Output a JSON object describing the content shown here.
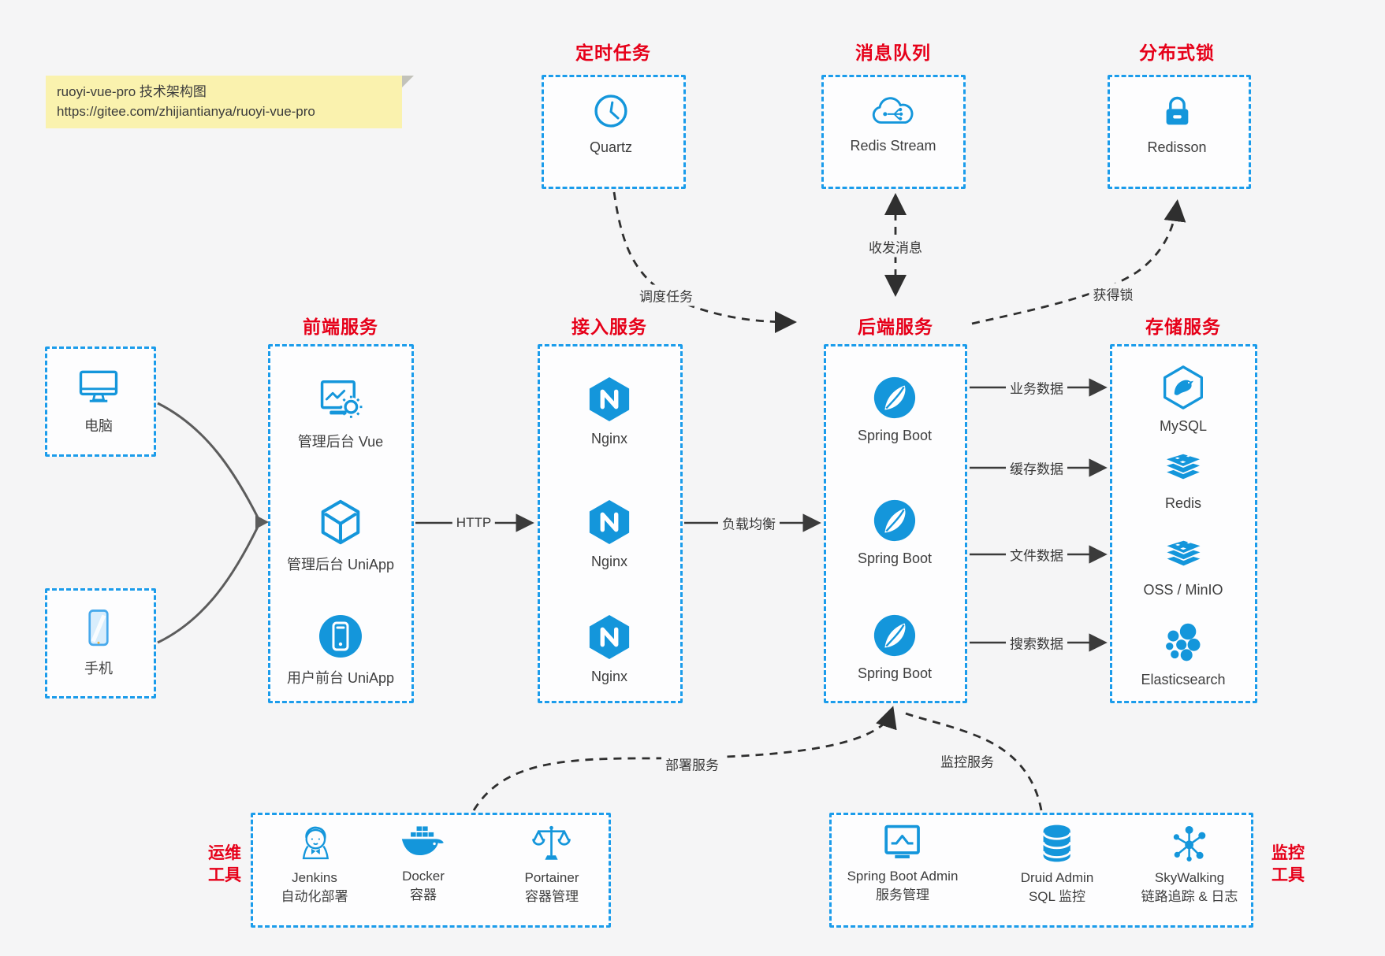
{
  "note": {
    "line1": "ruoyi-vue-pro 技术架构图",
    "line2": "https://gitee.com/zhijiantianya/ruoyi-vue-pro"
  },
  "top_services": [
    {
      "title": "定时任务",
      "item": "Quartz",
      "icon": "clock-icon"
    },
    {
      "title": "消息队列",
      "item": "Redis Stream",
      "icon": "cloud-stream-icon"
    },
    {
      "title": "分布式锁",
      "item": "Redisson",
      "icon": "lock-icon"
    }
  ],
  "clients": [
    {
      "label": "电脑",
      "icon": "desktop-icon"
    },
    {
      "label": "手机",
      "icon": "phone-icon"
    }
  ],
  "frontend": {
    "title": "前端服务",
    "items": [
      "管理后台 Vue",
      "管理后台 UniApp",
      "用户前台 UniApp"
    ]
  },
  "gateway": {
    "title": "接入服务",
    "items": [
      "Nginx",
      "Nginx",
      "Nginx"
    ]
  },
  "backend": {
    "title": "后端服务",
    "items": [
      "Spring Boot",
      "Spring Boot",
      "Spring Boot"
    ]
  },
  "storage": {
    "title": "存储服务",
    "items": [
      "MySQL",
      "Redis",
      "OSS / MinIO",
      "Elasticsearch"
    ]
  },
  "ops": {
    "title_line1": "运维",
    "title_line2": "工具",
    "items": [
      {
        "name": "Jenkins",
        "desc": "自动化部署"
      },
      {
        "name": "Docker",
        "desc": "容器"
      },
      {
        "name": "Portainer",
        "desc": "容器管理"
      }
    ]
  },
  "monitor": {
    "title_line1": "监控",
    "title_line2": "工具",
    "items": [
      {
        "name": "Spring Boot Admin",
        "desc": "服务管理"
      },
      {
        "name": "Druid Admin",
        "desc": "SQL 监控"
      },
      {
        "name": "SkyWalking",
        "desc": "链路追踪 & 日志"
      }
    ]
  },
  "edges": {
    "http": "HTTP",
    "load_balance": "负载均衡",
    "business_data": "业务数据",
    "cache_data": "缓存数据",
    "file_data": "文件数据",
    "search_data": "搜索数据",
    "schedule": "调度任务",
    "message": "收发消息",
    "lock": "获得锁",
    "deploy": "部署服务",
    "monitoring": "监控服务"
  },
  "colors": {
    "accent_blue": "#1496db",
    "border_blue": "#1b9ceb",
    "title_red": "#e60019",
    "arrow_dark": "#3b3b3b",
    "note_bg": "#faf2ae",
    "background": "#f5f5f6"
  }
}
